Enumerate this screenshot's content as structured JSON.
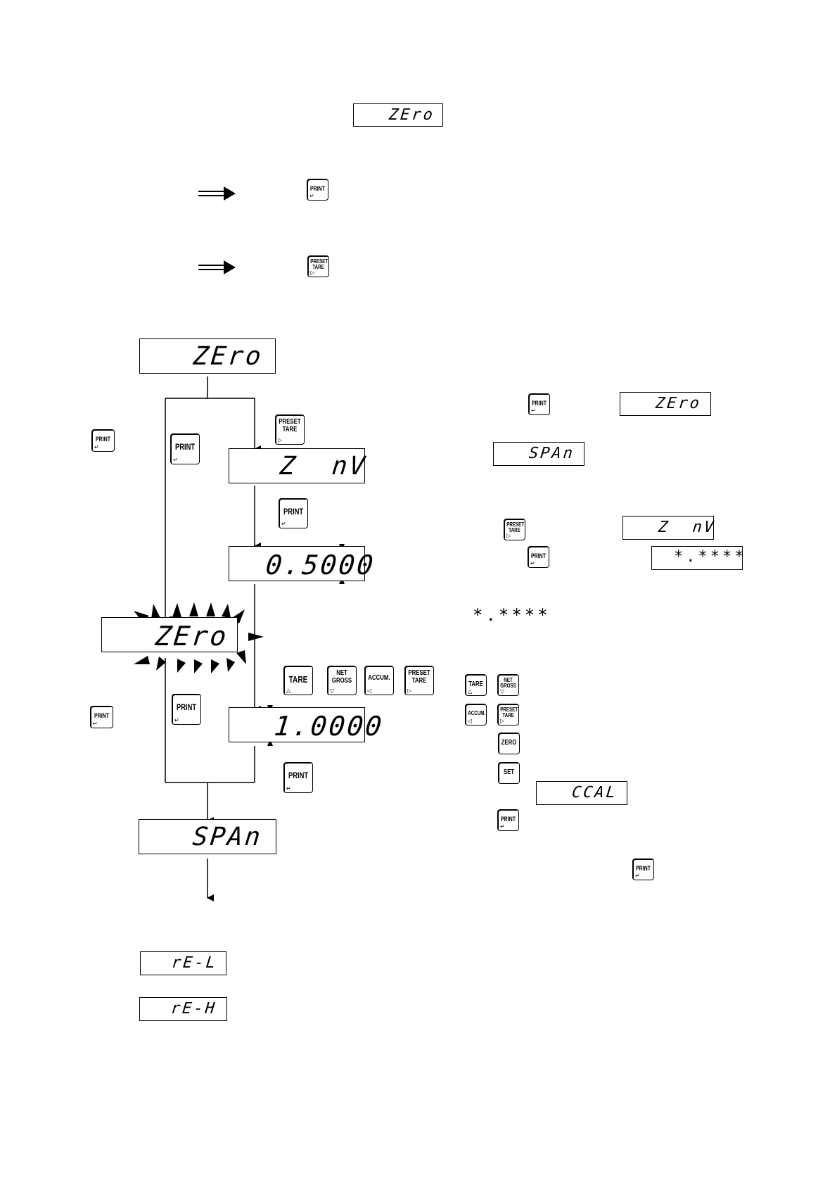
{
  "top": {
    "display": "ZEro",
    "key1": "PRINT",
    "key2": "PRESET\nTARE"
  },
  "flow": {
    "d_zero": "ZEro",
    "k_print_left1": "PRINT",
    "k_print_mid1": "PRINT",
    "k_preset": "PRESET\nTARE",
    "d_znv": "Z  nV",
    "k_print2": "PRINT",
    "d_value1": "0.5000",
    "d_zero_blink": "ZEro",
    "k_print_left2": "PRINT",
    "k_print_mid2": "PRINT",
    "k_tare": "TARE",
    "k_netgross": "NET\nGROSS",
    "k_accum": "ACCUM.",
    "k_preset2": "PRESET\nTARE",
    "d_value2": "1.0000",
    "k_print3": "PRINT",
    "d_span": "SPAn"
  },
  "right": {
    "k_print": "PRINT",
    "d_zero": "ZEro",
    "d_span": "SPAn",
    "k_preset": "PRESET\nTARE",
    "d_znv": "Z  nV",
    "k_print2": "PRINT",
    "d_stars": "*.****",
    "stars_text": "*.****",
    "k_tare": "TARE",
    "k_netgross": "NET\nGROSS",
    "k_accum": "ACCUM.",
    "k_preset2": "PRESET\nTARE",
    "k_zero": "ZERO",
    "k_set": "SET",
    "d_ccal": "CCAL",
    "k_print3": "PRINT",
    "k_print4": "PRINT"
  },
  "bottom": {
    "d_rel": "rE-L",
    "d_reh": "rE-H"
  }
}
